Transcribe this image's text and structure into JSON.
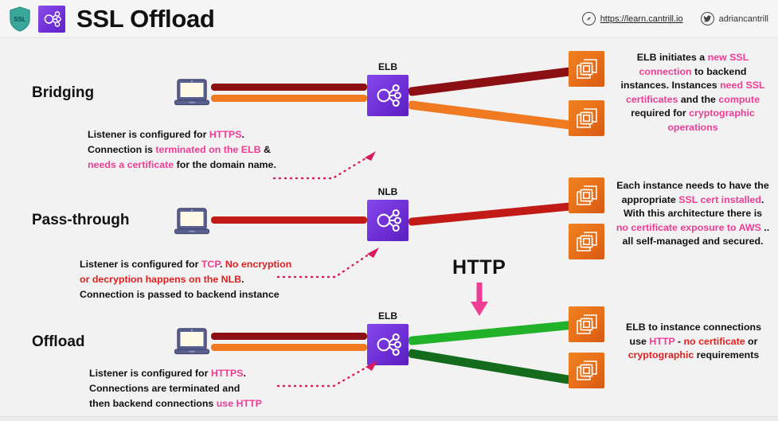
{
  "header": {
    "title": "SSL Offload",
    "shield_label": "SSL",
    "shield_icon": "ssl-shield-icon",
    "brand_icon": "elastic-load-balancer-icon",
    "links": [
      {
        "icon": "compass-icon",
        "text": "https://learn.cantrill.io"
      },
      {
        "icon": "twitter-icon",
        "text": "adriancantrill"
      }
    ]
  },
  "colors": {
    "background": "#f2f2f2",
    "accent_purple": "#6f2fd6",
    "accent_orange": "#e8701a",
    "pink": "#ef3d96",
    "red": "#e02020",
    "dark_red": "#8c0f13",
    "mid_red": "#c21b17",
    "orange_line": "#ef7a21",
    "bright_green": "#21b22a",
    "dark_green": "#136b1b",
    "teal_shield": "#3aa79a"
  },
  "sections": [
    {
      "id": "bridging",
      "title": "Bridging",
      "lb_label": "ELB",
      "lb_type": "elb",
      "client_icon": "laptop-icon",
      "instance_icon": "ec2-instance-icon",
      "instance_count": 2,
      "left_lines": [
        {
          "name": "client-to-lb-dark-red",
          "color": "dark_red"
        },
        {
          "name": "client-to-lb-orange",
          "color": "orange_line"
        }
      ],
      "right_lines": [
        {
          "name": "lb-to-instance-dark-red",
          "color": "dark_red"
        },
        {
          "name": "lb-to-instance-orange",
          "color": "orange_line"
        }
      ],
      "note": [
        [
          {
            "t": "Listener is configured for ",
            "c": "black"
          },
          {
            "t": "HTTPS",
            "c": "pink"
          },
          {
            "t": ".",
            "c": "black"
          }
        ],
        [
          {
            "t": "Connection is ",
            "c": "black"
          },
          {
            "t": "terminated on the ELB",
            "c": "pink"
          },
          {
            "t": " &",
            "c": "black"
          }
        ],
        [
          {
            "t": "needs a certificate",
            "c": "pink"
          },
          {
            "t": " for the domain name.",
            "c": "black"
          }
        ]
      ],
      "description": [
        [
          {
            "t": "ELB initiates a ",
            "c": "black"
          },
          {
            "t": "new SSL",
            "c": "pink"
          }
        ],
        [
          {
            "t": "connection",
            "c": "pink"
          },
          {
            "t": " to backend",
            "c": "black"
          }
        ],
        [
          {
            "t": "instances. Instances ",
            "c": "black"
          },
          {
            "t": "need SSL",
            "c": "pink"
          }
        ],
        [
          {
            "t": "certificates",
            "c": "pink"
          },
          {
            "t": " and the ",
            "c": "black"
          },
          {
            "t": "compute",
            "c": "pink"
          }
        ],
        [
          {
            "t": "required for ",
            "c": "black"
          },
          {
            "t": "cryptographic",
            "c": "pink"
          }
        ],
        [
          {
            "t": "operations",
            "c": "pink"
          }
        ]
      ]
    },
    {
      "id": "passthrough",
      "title": "Pass-through",
      "lb_label": "NLB",
      "lb_type": "nlb",
      "client_icon": "laptop-icon",
      "instance_icon": "ec2-instance-icon",
      "instance_count": 2,
      "left_lines": [
        {
          "name": "client-to-lb-red",
          "color": "mid_red"
        }
      ],
      "right_lines": [
        {
          "name": "lb-to-instance-red",
          "color": "mid_red"
        }
      ],
      "note": [
        [
          {
            "t": "Listener is configured for ",
            "c": "black"
          },
          {
            "t": "TCP",
            "c": "pink"
          },
          {
            "t": ". ",
            "c": "black"
          },
          {
            "t": "No encryption",
            "c": "red"
          }
        ],
        [
          {
            "t": "or decryption happens on the NLB",
            "c": "red"
          },
          {
            "t": ".",
            "c": "black"
          }
        ],
        [
          {
            "t": "Connection is passed to backend instance",
            "c": "black"
          }
        ]
      ],
      "description": [
        [
          {
            "t": "Each instance needs to have the",
            "c": "black"
          }
        ],
        [
          {
            "t": "appropriate ",
            "c": "black"
          },
          {
            "t": "SSL cert installed",
            "c": "pink"
          },
          {
            "t": ".",
            "c": "black"
          }
        ],
        [
          {
            "t": "With this architecture there is",
            "c": "black"
          }
        ],
        [
          {
            "t": "no certificate exposure to AWS",
            "c": "pink"
          },
          {
            "t": " ..",
            "c": "black"
          }
        ],
        [
          {
            "t": "all self-managed and secured.",
            "c": "black"
          }
        ]
      ]
    },
    {
      "id": "offload",
      "title": "Offload",
      "lb_label": "ELB",
      "lb_type": "elb",
      "client_icon": "laptop-icon",
      "instance_icon": "ec2-instance-icon",
      "instance_count": 2,
      "left_lines": [
        {
          "name": "client-to-lb-dark-red",
          "color": "dark_red"
        },
        {
          "name": "client-to-lb-orange",
          "color": "orange_line"
        }
      ],
      "right_lines": [
        {
          "name": "lb-to-instance-bright-green",
          "color": "bright_green"
        },
        {
          "name": "lb-to-instance-dark-green",
          "color": "dark_green"
        }
      ],
      "note": [
        [
          {
            "t": "Listener is configured for ",
            "c": "black"
          },
          {
            "t": "HTTPS",
            "c": "pink"
          },
          {
            "t": ".",
            "c": "black"
          }
        ],
        [
          {
            "t": "Connections are terminated and",
            "c": "black"
          }
        ],
        [
          {
            "t": "then backend connections ",
            "c": "black"
          },
          {
            "t": "use HTTP",
            "c": "pink"
          }
        ]
      ],
      "description": [
        [
          {
            "t": "ELB to instance connections",
            "c": "black"
          }
        ],
        [
          {
            "t": "use ",
            "c": "black"
          },
          {
            "t": "HTTP",
            "c": "pink"
          },
          {
            "t": " - ",
            "c": "black"
          },
          {
            "t": "no certificate",
            "c": "red"
          },
          {
            "t": " or",
            "c": "black"
          }
        ],
        [
          {
            "t": "cryptographic",
            "c": "red"
          },
          {
            "t": " requirements",
            "c": "black"
          }
        ]
      ]
    }
  ],
  "callout": {
    "label": "HTTP",
    "arrow_icon": "down-arrow-icon",
    "arrow_color": "#ef3d96"
  }
}
